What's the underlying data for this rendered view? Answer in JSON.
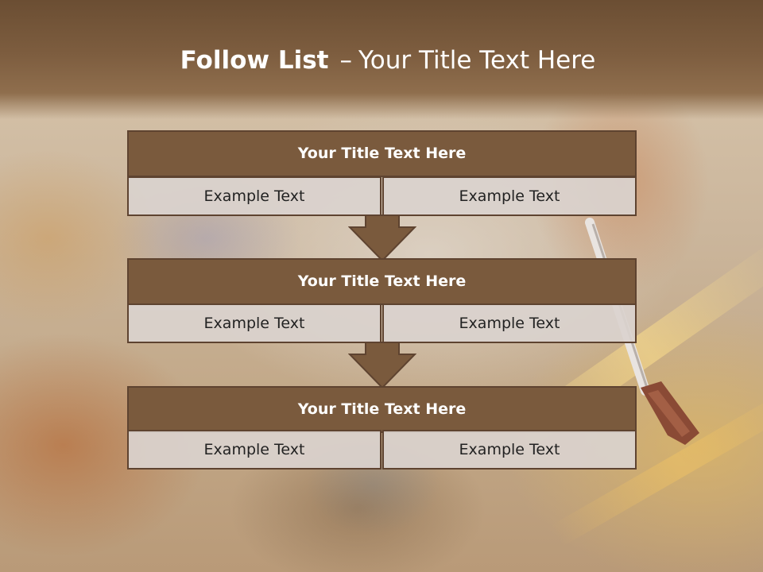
{
  "slide": {
    "title_bold": "Follow List",
    "title_separator": "–",
    "title_rest": "Your Title Text Here"
  },
  "blocks": [
    {
      "title": "Your Title Text Here",
      "left_text": "Example Text",
      "right_text": "Example Text"
    },
    {
      "title": "Your Title Text Here",
      "left_text": "Example Text",
      "right_text": "Example Text"
    },
    {
      "title": "Your Title Text Here",
      "left_text": "Example Text",
      "right_text": "Example Text"
    }
  ],
  "colors": {
    "header_band": "#7d5d3f",
    "block_title_fill": "#7a5a3d",
    "border": "#5e4330",
    "cell_fill": "#dad2ce",
    "title_text": "#ffffff",
    "cell_text": "#222222"
  }
}
